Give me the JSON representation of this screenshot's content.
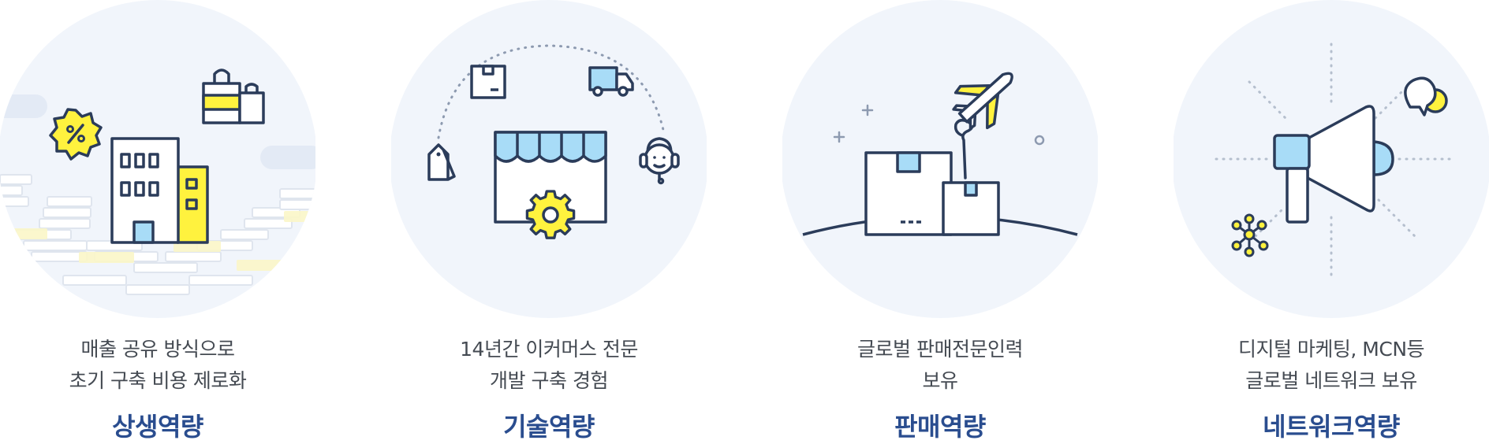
{
  "features": [
    {
      "desc_line1": "매출 공유 방식으로",
      "desc_line2": "초기 구축 비용 제로화",
      "title": "상생역량"
    },
    {
      "desc_line1": "14년간 이커머스 전문",
      "desc_line2": "개발 구축 경험",
      "title": "기술역량"
    },
    {
      "desc_line1": "글로벌 판매전문인력",
      "desc_line2": "보유",
      "title": "판매역량"
    },
    {
      "desc_line1": "디지털 마케팅, MCN등",
      "desc_line2": "글로벌 네트워크 보유",
      "title": "네트워크역량"
    }
  ],
  "colors": {
    "circle_bg": "#f1f5fb",
    "outline": "#2b3c5a",
    "yellow": "#fff23e",
    "sky": "#a8dcf7",
    "title": "#2a4d8f",
    "text": "#444a52"
  },
  "icons": [
    "building-icon",
    "percent-badge-icon",
    "shopping-bags-icon",
    "storefront-gear-icon",
    "parcel-icon",
    "delivery-truck-icon",
    "price-tag-icon",
    "headset-agent-icon",
    "airplane-icon",
    "boxes-icon",
    "megaphone-icon",
    "speech-bubbles-icon",
    "network-node-icon"
  ]
}
